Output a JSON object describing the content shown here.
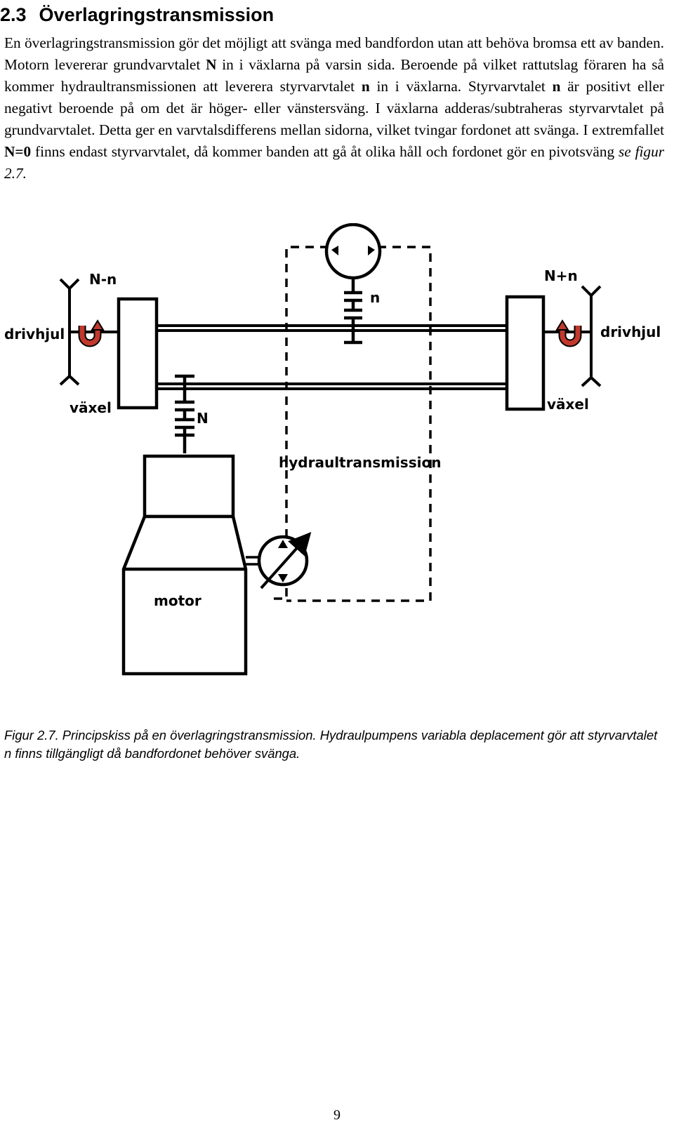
{
  "section": {
    "number": "2.3",
    "title": "Överlagringstransmission"
  },
  "paragraph": {
    "p1": "En överlagringstransmission gör det möjligt att svänga med bandfordon utan att behöva bromsa ett av banden. Motorn levererar grundvarvtalet ",
    "b1": "N",
    "p2": " in i växlarna på varsin sida. Beroende på vilket rattutslag föraren ha så kommer hydraultransmissionen att leverera styrvarvtalet ",
    "b2": "n",
    "p3": " in i växlarna. Styrvarvtalet ",
    "b3": "n",
    "p4": " är positivt eller negativt beroende på om det är höger- eller vänstersväng. I växlarna adderas/subtraheras styrvarvtalet på grundvarvtalet. Detta ger en varvtalsdifferens mellan sidorna, vilket tvingar fordonet att svänga. I extremfallet ",
    "b4": "N=0",
    "p5": " finns endast styrvarvtalet, då kommer banden att gå åt olika håll och fordonet gör en pivotsväng ",
    "i1": "se figur 2.7."
  },
  "figure": {
    "labels": {
      "left_speed": "N-n",
      "right_speed": "N+n",
      "left_wheel": "drivhjul",
      "right_wheel": "drivhjul",
      "left_gearbox": "växel",
      "right_gearbox": "växel",
      "hydraulic_speed": "n",
      "engine_speed": "N",
      "hydraulic": "hydraultransmission",
      "engine": "motor"
    },
    "caption": "Figur 2.7. Principskiss på en överlagringstransmission. Hydraulpumpens variabla deplacement gör att styrvarvtalet n finns tillgängligt då bandfordonet behöver svänga."
  },
  "page_number": "9"
}
